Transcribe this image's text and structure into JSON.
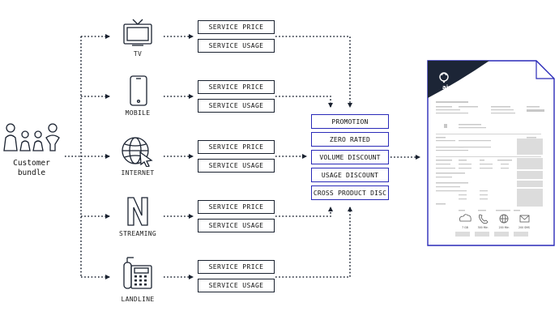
{
  "customer": {
    "label_line1": "Customer",
    "label_line2": "bundle"
  },
  "products": [
    {
      "name": "TV",
      "price_label": "SERVICE PRICE",
      "usage_label": "SERVICE USAGE"
    },
    {
      "name": "MOBILE",
      "price_label": "SERVICE PRICE",
      "usage_label": "SERVICE USAGE"
    },
    {
      "name": "INTERNET",
      "price_label": "SERVICE PRICE",
      "usage_label": "SERVICE USAGE"
    },
    {
      "name": "STREAMING",
      "price_label": "SERVICE PRICE",
      "usage_label": "SERVICE USAGE"
    },
    {
      "name": "LANDLINE",
      "price_label": "SERVICE PRICE",
      "usage_label": "SERVICE USAGE"
    }
  ],
  "discounts": [
    "PROMOTION",
    "ZERO RATED",
    "VOLUME DISCOUNT",
    "USAGE DISCOUNT",
    "CROSS PRODUCT DISC"
  ],
  "invoice": {
    "brand": "airBell",
    "usage_icons": [
      {
        "icon": "cloud-icon",
        "value": "7 GB"
      },
      {
        "icon": "phone-icon",
        "value": "300 Min"
      },
      {
        "icon": "globe-icon",
        "value": "200 Min"
      },
      {
        "icon": "mail-icon",
        "value": "200 SMS"
      }
    ]
  },
  "colors": {
    "line": "#1a2230",
    "discount_border": "#2a2ab8",
    "invoice_border": "#2a2ab8",
    "invoice_header": "#1c2536"
  }
}
